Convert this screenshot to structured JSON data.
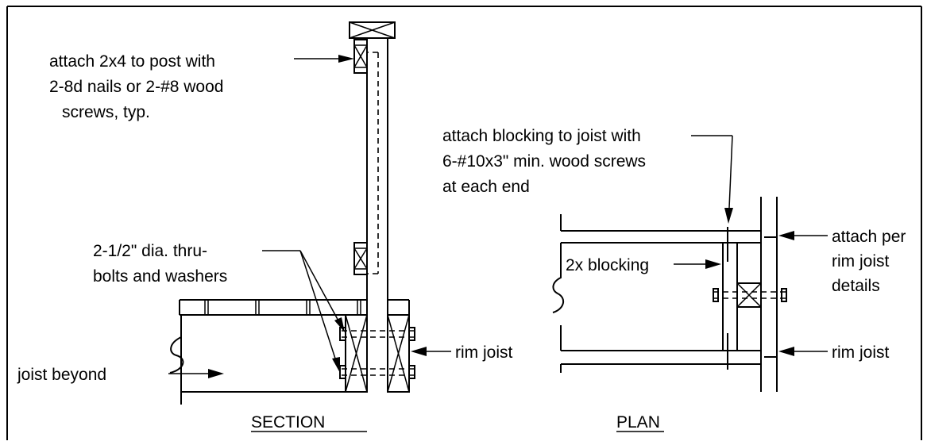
{
  "section": {
    "notes": {
      "attach_2x4": [
        "attach 2x4 to post with",
        "2-8d nails or 2-#8 wood",
        "screws, typ."
      ],
      "thru_bolts": [
        "2-1/2\" dia. thru-",
        "bolts and washers"
      ],
      "rim_joist": "rim joist",
      "joist_beyond": "joist beyond"
    },
    "title": "SECTION"
  },
  "plan": {
    "notes": {
      "attach_blocking": [
        "attach blocking to joist with",
        "6-#10x3\" min. wood screws",
        "at each end"
      ],
      "attach_per": [
        "attach per",
        "rim joist",
        "details"
      ],
      "blocking": "2x blocking",
      "rim_joist": "rim joist"
    },
    "title": "PLAN"
  }
}
